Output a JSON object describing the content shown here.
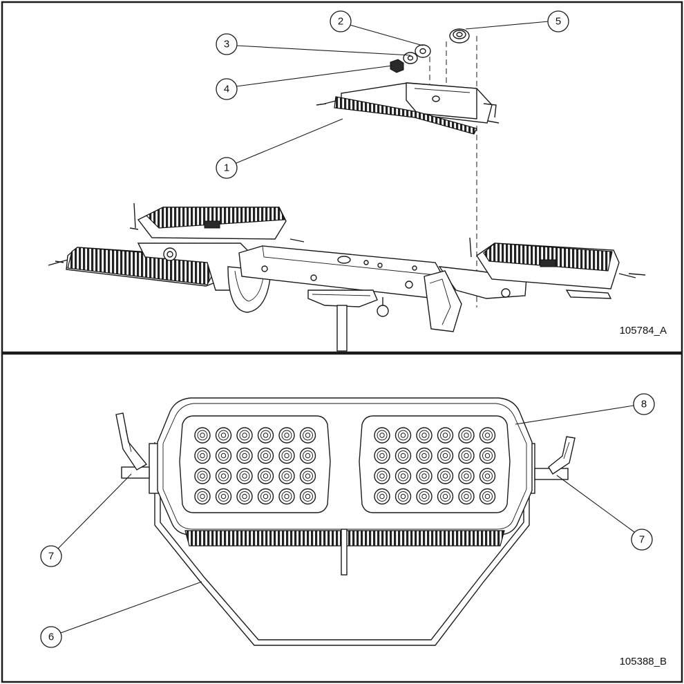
{
  "panel_a": {
    "figure_id": "105784_A",
    "callouts": [
      "1",
      "2",
      "3",
      "4",
      "5"
    ]
  },
  "panel_b": {
    "figure_id": "105388_B",
    "callouts": [
      "6",
      "7",
      "7",
      "8"
    ]
  },
  "colors": {
    "line": "#1a1a1a",
    "background": "#ffffff"
  }
}
